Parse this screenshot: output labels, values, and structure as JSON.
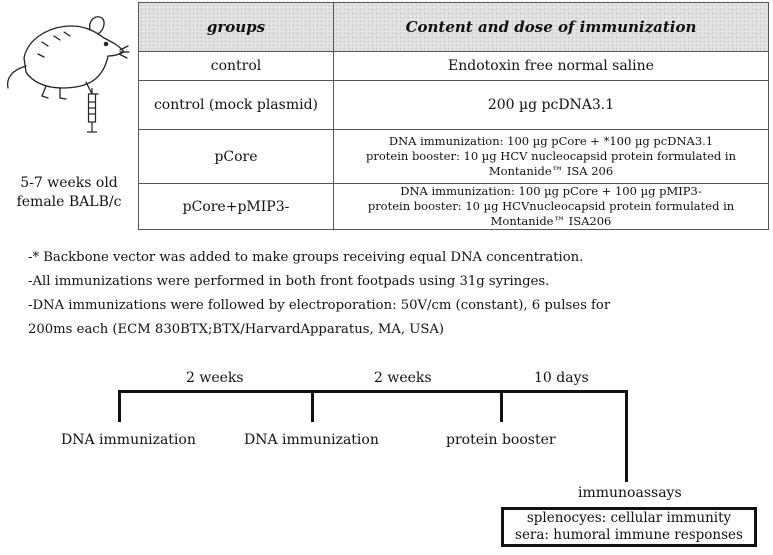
{
  "mouse_caption": [
    "5-7 weeks old",
    "female BALB/c"
  ],
  "table": {
    "headers": [
      "groups",
      "Content and dose of immunization"
    ],
    "rows": [
      {
        "group": "control",
        "content": [
          "Endotoxin free normal saline"
        ]
      },
      {
        "group": "control (mock plasmid)",
        "content": [
          "200 µg pcDNA3.1"
        ]
      },
      {
        "group": "pCore",
        "content": [
          "DNA immunization: 100 µg pCore + *100 µg pcDNA3.1",
          "protein booster: 10 µg  HCV nucleocapsid protein formulated in",
          "Montanide™ ISA 206"
        ]
      },
      {
        "group": "pCore+pMIP3-",
        "content": [
          "DNA immunization: 100 µg pCore + 100 µg pMIP3-",
          "protein booster: 10 µg  HCVnucleocapsid protein formulated in",
          "Montanide™  ISA206"
        ]
      }
    ]
  },
  "notes": [
    "-* Backbone vector was added to make groups receiving equal DNA concentration.",
    "-All immunizations were performed in both front footpads using 31g syringes.",
    "-DNA immunizations were followed by electroporation: 50V/cm (constant), 6 pulses for",
    "200ms each (ECM 830BTX;BTX/HarvardApparatus, MA, USA)"
  ],
  "timeline": {
    "intervals": [
      "2 weeks",
      "2 weeks",
      "10 days"
    ],
    "steps": [
      "DNA immunization",
      "DNA immunization",
      "protein booster",
      "immunoassays"
    ],
    "results": [
      "splenocyes: cellular immunity",
      "sera: humoral immune responses"
    ]
  }
}
